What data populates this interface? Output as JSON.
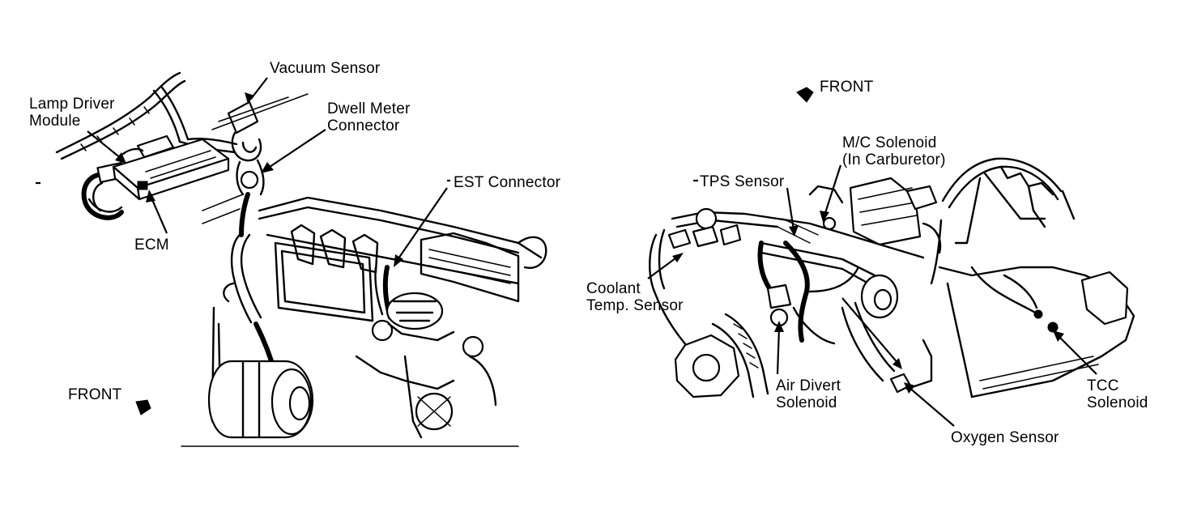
{
  "left_view": {
    "labels": {
      "vacuum_sensor": "Vacuum Sensor",
      "lamp_driver_module": "Lamp Driver\nModule",
      "dwell_meter_connector": "Dwell Meter\nConnector",
      "est_connector": "EST Connector",
      "ecm": "ECM",
      "front": "FRONT"
    }
  },
  "right_view": {
    "labels": {
      "front": "FRONT",
      "mc_solenoid": "M/C Solenoid\n(In Carburetor)",
      "tps_sensor": "TPS Sensor",
      "coolant_temp_sensor": "Coolant\nTemp. Sensor",
      "air_divert_solenoid": "Air Divert\nSolenoid",
      "oxygen_sensor": "Oxygen Sensor",
      "tcc_solenoid": "TCC\nSolenoid"
    }
  },
  "colors": {
    "ink": "#000000",
    "paper": "#ffffff"
  }
}
